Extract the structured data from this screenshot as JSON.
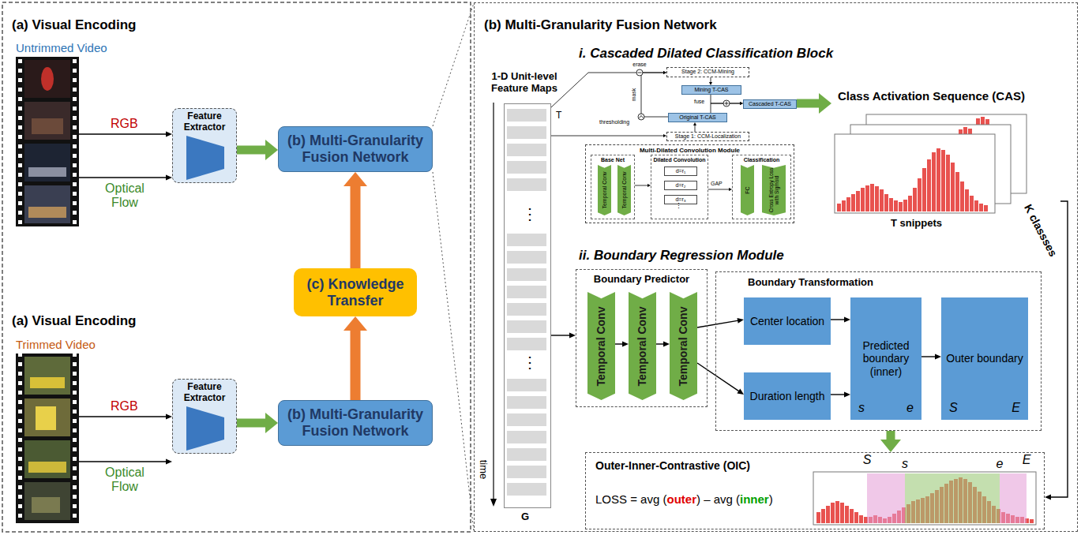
{
  "diagram": {
    "nodes": [
      {
        "text": [
          "Untrimmed Video"
        ]
      },
      {
        "text": [
          "Feature Extractor"
        ]
      },
      {
        "text": [
          "(b) Multi-Granularity Fusion Network"
        ]
      },
      {
        "text": [
          "(c) Knowledge Transfer"
        ]
      },
      {
        "text": [
          "Trimmed Video"
        ]
      },
      {
        "text": [
          "Feature Extractor"
        ]
      },
      {
        "text": [
          "(b) Multi-Granularity Fusion Network"
        ]
      },
      {
        "text": [
          "(b) Multi-Granularity Fusion Network"
        ]
      },
      {
        "text": [
          "1-D Unit-level Feature Maps"
        ],
        "in": 7
      },
      {
        "text": [
          "Stage 2: CCM-Mining"
        ],
        "in": 7
      },
      {
        "text": [
          "Mining T-CAS"
        ],
        "in": 7
      },
      {
        "text": [
          "Cascaded T-CAS"
        ],
        "in": 7
      },
      {
        "text": [
          "Original T-CAS"
        ],
        "in": 7
      },
      {
        "text": [
          "Stage 1: CCM-Localization"
        ],
        "in": 7
      },
      {
        "text": [
          "Multi-Dilated Convolution Module"
        ],
        "in": 7
      },
      {
        "text": [
          "Base Net"
        ],
        "in": 14
      },
      {
        "text": [
          "Temporal Conv"
        ],
        "in": 15
      },
      {
        "text": [
          "Temporal Conv"
        ],
        "in": 15
      },
      {
        "text": [
          "Dilated Convolution"
        ],
        "in": 14
      },
      {
        "text": [
          "d=r₁"
        ],
        "in": 18
      },
      {
        "text": [
          "d=r₂"
        ],
        "in": 18
      },
      {
        "text": [
          "d=r₃"
        ],
        "in": 18
      },
      {
        "text": [
          "Classification"
        ],
        "in": 14
      },
      {
        "text": [
          "FC"
        ],
        "in": 22
      },
      {
        "text": [
          "Cross Entropy Loss with Sigmoid"
        ],
        "in": 22
      },
      {
        "text": [
          "Class Activation Sequence (CAS)"
        ],
        "in": 7
      },
      {
        "text": [
          "Boundary Predictor"
        ],
        "in": 7
      },
      {
        "text": [
          "Temporal Conv"
        ],
        "in": 26
      },
      {
        "text": [
          "Temporal Conv"
        ],
        "in": 26
      },
      {
        "text": [
          "Temporal Conv"
        ],
        "in": 26
      },
      {
        "text": [
          "Boundary Transformation"
        ],
        "in": 7
      },
      {
        "text": [
          "Center location"
        ],
        "in": 30
      },
      {
        "text": [
          "Duration length"
        ],
        "in": 30
      },
      {
        "text": [
          "Predicted boundary (inner)",
          "s",
          "e"
        ],
        "in": 30
      },
      {
        "text": [
          "Outer boundary",
          "S",
          "E"
        ],
        "in": 30
      },
      {
        "text": [
          "Outer-Inner-Contrastive (OIC)",
          "LOSS = avg (",
          "outer",
          ") – avg (",
          "inner",
          ")"
        ],
        "in": 7
      }
    ],
    "edges": [
      {
        "from": 0,
        "to": 1,
        "label": "RGB",
        "arrow": "to"
      },
      {
        "from": 0,
        "to": 1,
        "label": "Optical Flow",
        "arrow": "to"
      },
      {
        "from": 1,
        "to": 2,
        "arrow": "to"
      },
      {
        "from": 4,
        "to": 5,
        "label": "RGB",
        "arrow": "to"
      },
      {
        "from": 4,
        "to": 5,
        "label": "Optical Flow",
        "arrow": "to"
      },
      {
        "from": 5,
        "to": 6,
        "arrow": "to"
      },
      {
        "from": 6,
        "to": 3,
        "arrow": "to"
      },
      {
        "from": 3,
        "to": 2,
        "arrow": "to"
      },
      {
        "from": 8,
        "to": 9,
        "arrow": "to"
      },
      {
        "from": 8,
        "to": 13,
        "arrow": "to"
      },
      {
        "from": 13,
        "to": 12,
        "arrow": "to"
      },
      {
        "from": 12,
        "to": 9,
        "arrow": "to"
      },
      {
        "from": 9,
        "to": 10,
        "arrow": "to"
      },
      {
        "from": 10,
        "to": 11,
        "arrow": "to"
      },
      {
        "from": 12,
        "to": 11,
        "arrow": "to"
      },
      {
        "from": 15,
        "to": 18,
        "arrow": "to"
      },
      {
        "from": 18,
        "to": 22,
        "label": "GAP",
        "arrow": "to"
      },
      {
        "from": 11,
        "to": 25,
        "arrow": "to"
      },
      {
        "from": 8,
        "to": 26,
        "arrow": "to"
      },
      {
        "from": 27,
        "to": 28,
        "arrow": "to"
      },
      {
        "from": 28,
        "to": 29,
        "arrow": "to"
      },
      {
        "from": 29,
        "to": 31,
        "arrow": "to"
      },
      {
        "from": 29,
        "to": 32,
        "arrow": "to"
      },
      {
        "from": 31,
        "to": 33,
        "arrow": "to"
      },
      {
        "from": 32,
        "to": 33,
        "arrow": "to"
      },
      {
        "from": 33,
        "to": 34,
        "arrow": "to"
      },
      {
        "from": 30,
        "to": 35,
        "arrow": "to"
      },
      {
        "from": 25,
        "to": 35,
        "arrow": "to"
      }
    ],
    "labels": [
      "(a) Visual Encoding",
      "(a) Visual Encoding",
      "i. Cascaded Dilated Classification Block",
      "T",
      "time",
      "G",
      "⋮",
      "⋮",
      "erase",
      "mask",
      "thresholding",
      "fuse",
      "T snippets",
      "K classses",
      "ii. Boundary Regression Module",
      "S",
      "s",
      "e",
      "E",
      "⋮"
    ]
  }
}
